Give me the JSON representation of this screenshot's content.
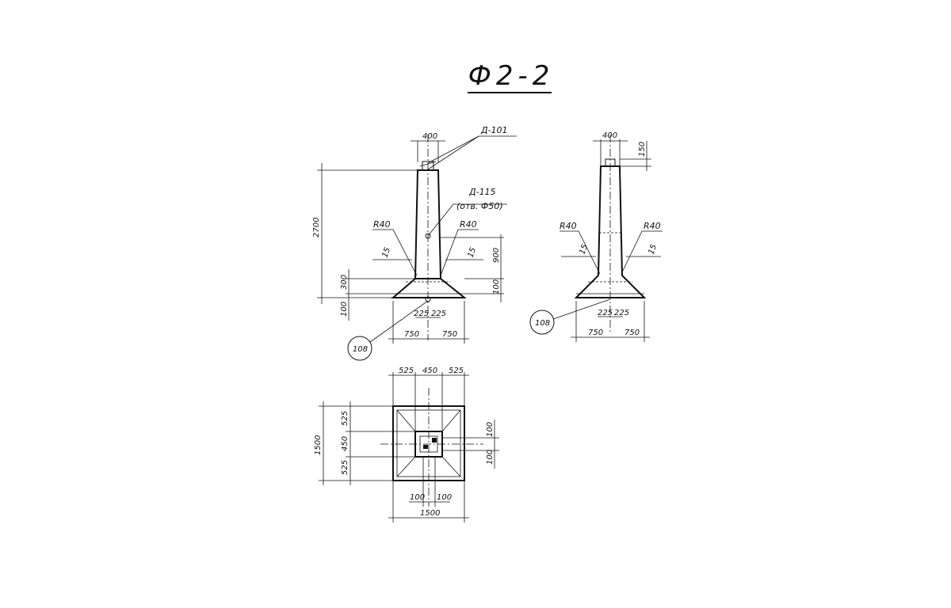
{
  "title": "Ф2-2",
  "front_view": {
    "top_width": "400",
    "total_height": "2700",
    "mark_top": "Д-101",
    "mark_hole": "Д-115",
    "mark_hole_note": "(отв. Ф50)",
    "radius_left": "R40",
    "radius_right": "R40",
    "offset_left": "15",
    "offset_right": "15",
    "haunch_height": "300",
    "slope_height": "900",
    "plate_upper": "100",
    "plate_lower": "100",
    "hole_offset_left": "225",
    "hole_offset_right": "225",
    "half_base_left": "750",
    "half_base_right": "750",
    "node_ref": "108"
  },
  "side_view": {
    "top_width": "400",
    "top_height": "150",
    "radius_left": "R40",
    "radius_right": "R40",
    "offset_left": "15",
    "offset_right": "15",
    "hole_offset_left": "225",
    "hole_offset_right": "225",
    "half_base_left": "750",
    "half_base_right": "750",
    "node_ref": "108"
  },
  "plan_view": {
    "top_dims": [
      "525",
      "450",
      "525"
    ],
    "left_dims": [
      "525",
      "450",
      "525"
    ],
    "overall_height": "1500",
    "overall_width": "1500",
    "right_upper": "100",
    "right_lower": "100",
    "bottom_left": "100",
    "bottom_right": "100"
  }
}
